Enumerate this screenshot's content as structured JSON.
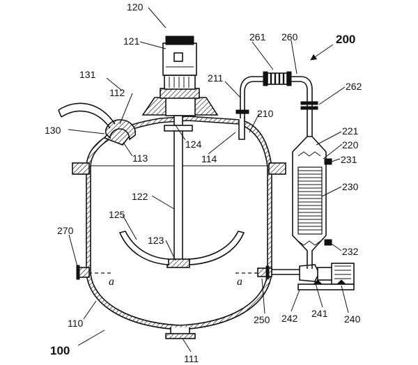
{
  "labels": {
    "l100": "100",
    "l110": "110",
    "l111": "111",
    "l112": "112",
    "l113": "113",
    "l114": "114",
    "l120": "120",
    "l121": "121",
    "l122": "122",
    "l123": "123",
    "l124": "124",
    "l125": "125",
    "l130": "130",
    "l131": "131",
    "l200": "200",
    "l210": "210",
    "l211": "211",
    "l220": "220",
    "l221": "221",
    "l230": "230",
    "l231": "231",
    "l232": "232",
    "l240": "240",
    "l241": "241",
    "l242": "242",
    "l250": "250",
    "l260": "260",
    "l261": "261",
    "l262": "262",
    "l270": "270",
    "a_left": "a",
    "a_right": "a"
  }
}
